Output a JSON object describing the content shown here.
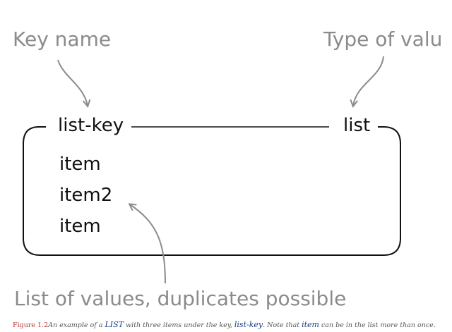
{
  "annotations": {
    "key_name": "Key name",
    "type_of_values": "Type of valu",
    "list_of_values": "List of values, duplicates possible"
  },
  "box": {
    "key": "list-key",
    "type": "list",
    "items": [
      "item",
      "item2",
      "item"
    ]
  },
  "caption": {
    "figure": "Figure 1.2",
    "text_1": "An example of a ",
    "code_1": "LIST",
    "text_2": " with three items under the key, ",
    "code_2": "list-key",
    "text_3": ". Note that ",
    "code_3": "item",
    "text_4": " can be in the list more than once."
  },
  "colors": {
    "annotation": "#8b8b8b",
    "box_stroke": "#111111",
    "figure_label": "#b23a3a",
    "caption_code": "#1a3f8b"
  }
}
